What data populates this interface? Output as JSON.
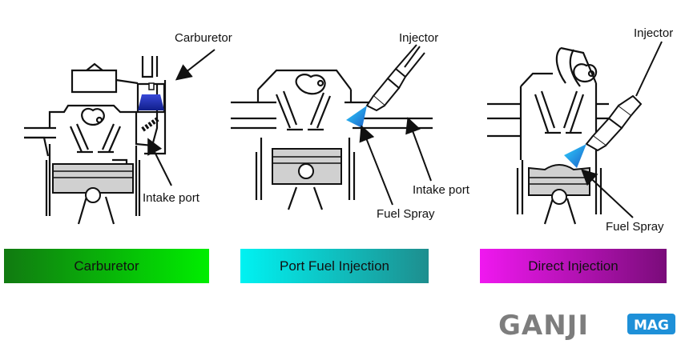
{
  "diagram": {
    "carburetor": {
      "label_carburetor": "Carburetor",
      "label_intake_port": "Intake port"
    },
    "port_fuel_injection": {
      "label_injector": "Injector",
      "label_intake_port": "Intake port",
      "label_fuel_spray": "Fuel Spray"
    },
    "direct_injection": {
      "label_injector": "Injector",
      "label_fuel_spray": "Fuel Spray"
    }
  },
  "bands": [
    {
      "label": "Carburetor",
      "color_start": "#117a11",
      "color_end": "#00ee00"
    },
    {
      "label": "Port Fuel Injection",
      "color_start": "#00f2f2",
      "color_end": "#1e8e8e"
    },
    {
      "label": "Direct Injection",
      "color_start": "#f018f0",
      "color_end": "#7a0c7a"
    }
  ],
  "colors": {
    "fuel_carburetor": "#1f2fae",
    "fuel_spray": "#21b8e6",
    "piston_fill": "#d0d0d0",
    "logo_gray": "#7d7d7d",
    "logo_accent": "#1e90d8"
  },
  "brand": {
    "name": "GANJI",
    "tag": "MAG"
  }
}
